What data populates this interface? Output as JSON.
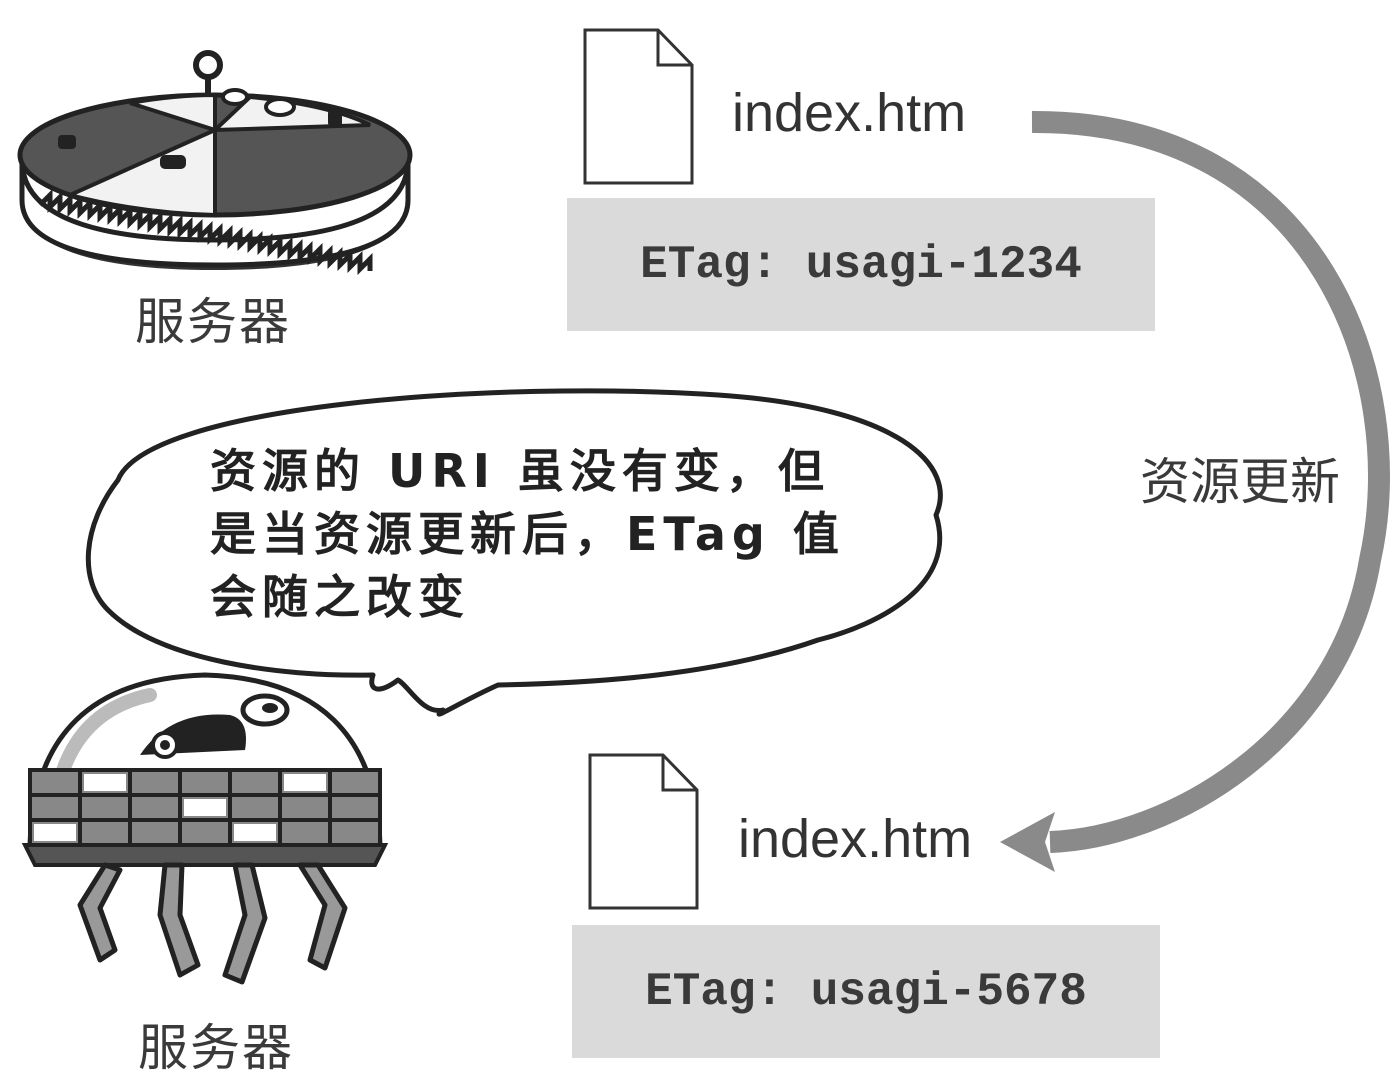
{
  "top": {
    "server_label": "服务器",
    "file_name": "index.htm",
    "etag": "ETag: usagi-1234"
  },
  "bottom": {
    "server_label": "服务器",
    "file_name": "index.htm",
    "etag": "ETag: usagi-5678"
  },
  "arrow_label": "资源更新",
  "speech_bubble": {
    "text": "资源的 URI 虽没有变，但是当资源更新后，ETag 值会随之改变"
  }
}
